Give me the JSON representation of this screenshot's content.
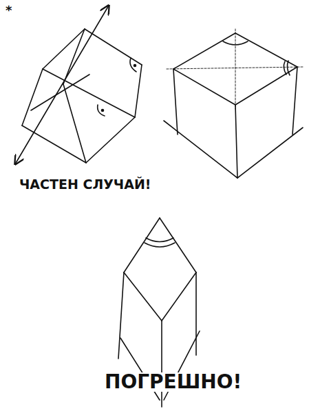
{
  "diagram": {
    "labels": [
      "*",
      "ЧАСТЕН СЛУЧАЙ!",
      "ПОГРЕШНО!"
    ]
  }
}
